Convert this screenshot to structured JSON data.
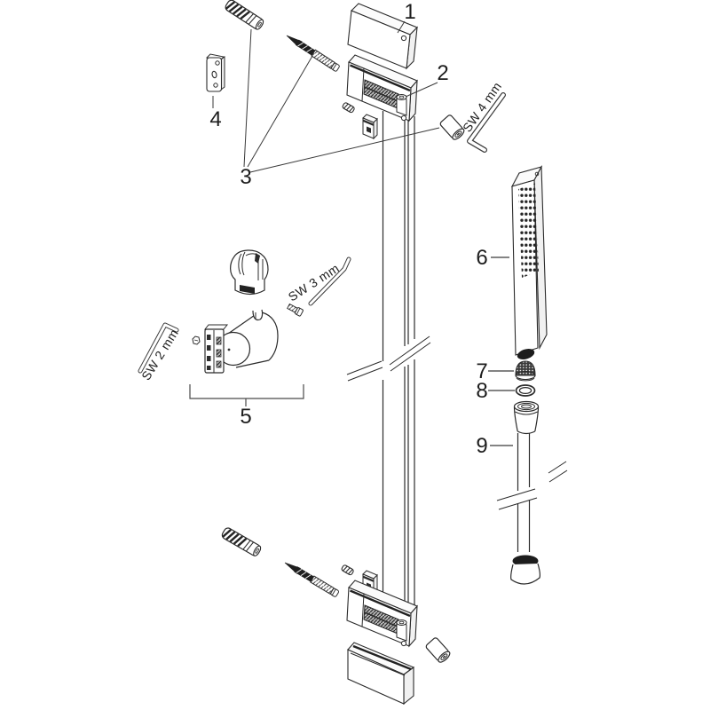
{
  "diagram": {
    "background_color": "#ffffff",
    "line_color": "#2b2b2b",
    "callouts": {
      "c1": "1",
      "c2": "2",
      "c3": "3",
      "c4": "4",
      "c5": "5",
      "c6": "6",
      "c7": "7",
      "c8": "8",
      "c9": "9"
    },
    "tool_labels": {
      "hex_key_4mm": "SW 4 mm",
      "hex_key_3mm": "SW 3 mm",
      "hex_key_2mm": "SW 2 mm"
    }
  }
}
